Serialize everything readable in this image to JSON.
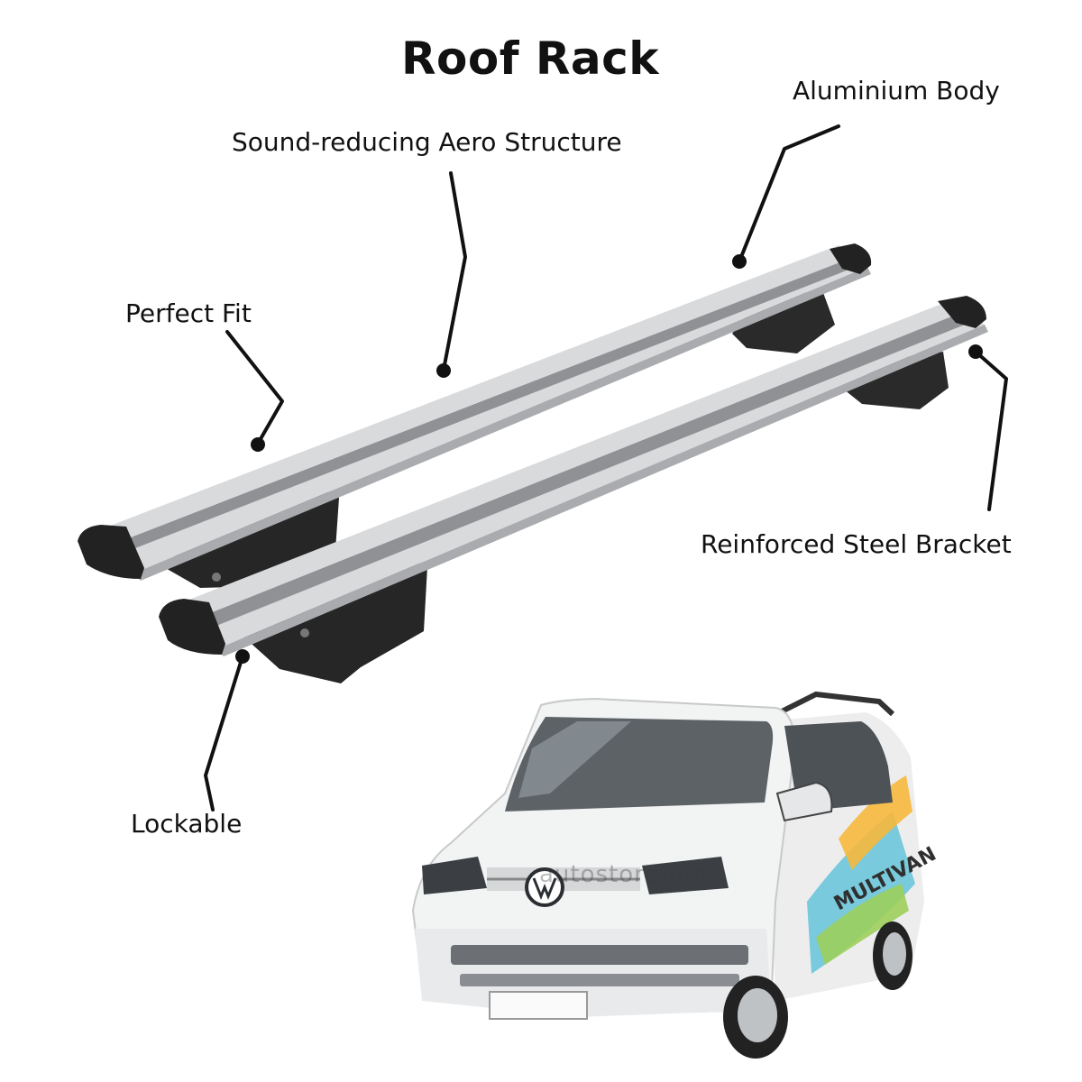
{
  "title": "Roof Rack",
  "callouts": {
    "aero": "Sound-reducing Aero Structure",
    "aluminium": "Aluminium Body",
    "fit": "Perfect Fit",
    "bracket": "Reinforced Steel Bracket",
    "lockable": "Lockable"
  },
  "van": {
    "badge": "MULTIVAN",
    "watermark": "autostore.pro"
  },
  "colors": {
    "bar_silver": "#d9dadc",
    "bar_shadow": "#a9abae",
    "foot_black": "#2a2a2a",
    "leader_line": "#111111",
    "van_body": "#f2f3f3"
  }
}
